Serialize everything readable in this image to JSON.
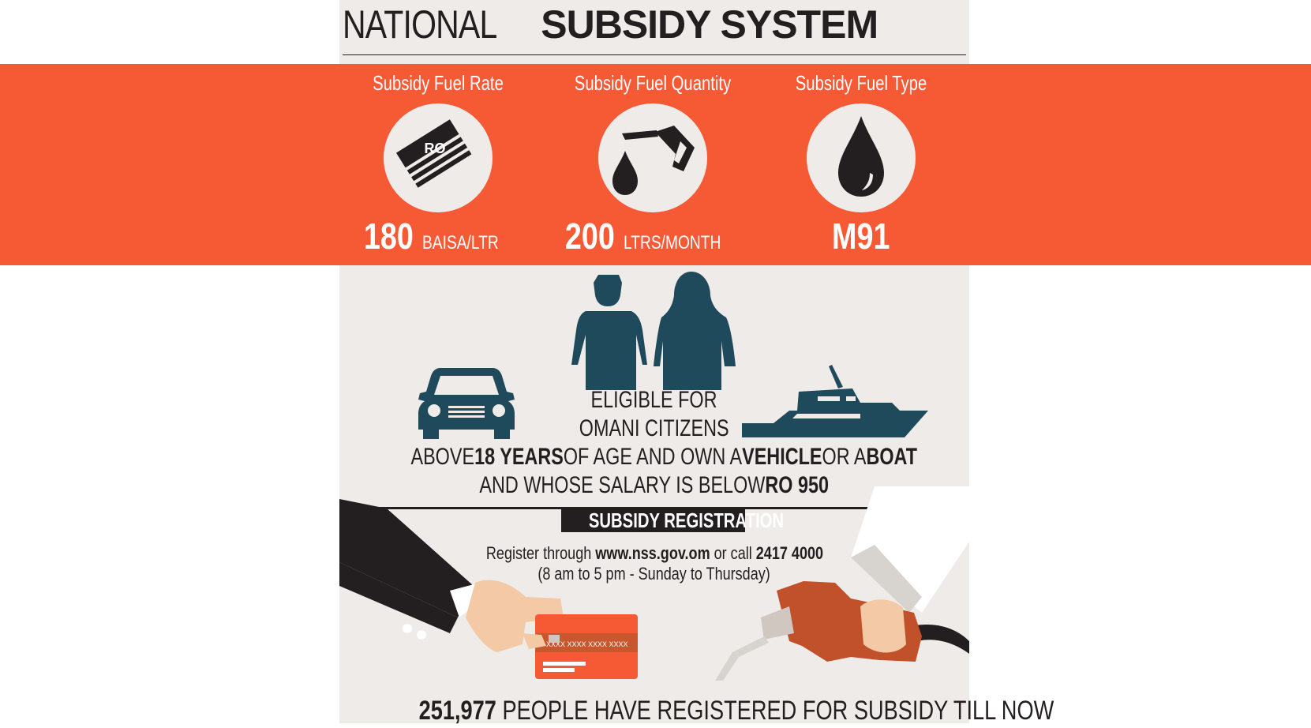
{
  "header": {
    "title_light": "NATIONAL",
    "title_bold": "SUBSIDY SYSTEM"
  },
  "subsidy": {
    "items": [
      {
        "label": "Subsidy Fuel Rate",
        "icon": "money-icon",
        "icon_text": "RO",
        "value": "180",
        "unit": "BAISA/LTR"
      },
      {
        "label": "Subsidy Fuel Quantity",
        "icon": "fuel-nozzle-icon",
        "value": "200",
        "unit": "LTRS/MONTH"
      },
      {
        "label": "Subsidy Fuel Type",
        "icon": "oil-drop-icon",
        "value": "M91",
        "unit": ""
      }
    ]
  },
  "eligibility": {
    "line1": "ELIGIBLE FOR",
    "line2": "OMANI CITIZENS",
    "line3_a": "ABOVE ",
    "line3_b": "18 YEARS",
    "line3_c": " OF AGE AND OWN A ",
    "line3_d": "VEHICLE",
    "line3_e": " OR A ",
    "line3_f": "BOAT",
    "line4_a": "AND WHOSE SALARY IS BELOW ",
    "line4_b": "RO 950"
  },
  "registration": {
    "title": "SUBSIDY REGISTRATION",
    "line1_a": "Register through ",
    "line1_b": "www.nss.gov.om",
    "line1_c": " or call ",
    "line1_d": "2417 4000",
    "line2": "(8 am to 5 pm - Sunday to Thursday)",
    "card_text": "XXXX XXXX XXXX XXXX"
  },
  "footer": {
    "count": "251,977",
    "text": " PEOPLE HAVE REGISTERED FOR SUBSIDY TILL NOW"
  },
  "colors": {
    "accent_orange": "#f65a35",
    "panel_bg": "#efebe8",
    "icon_dark": "#231f20",
    "silhouette_teal": "#1f4a5c"
  }
}
